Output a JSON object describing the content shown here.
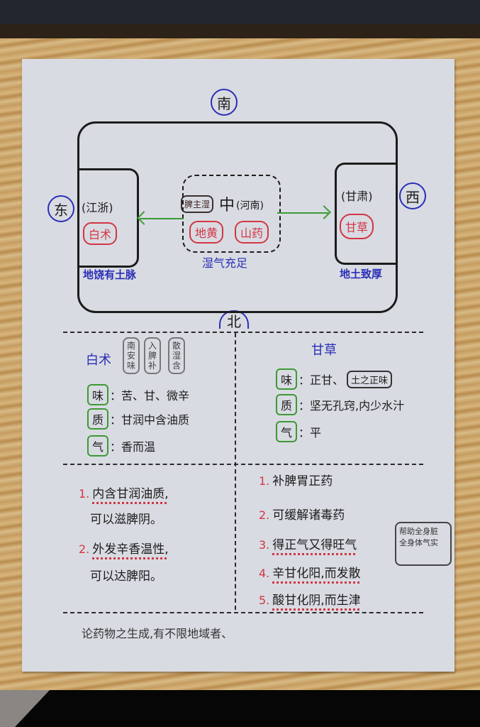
{
  "scene": {
    "description": "Photo of a handwritten Chinese study note on white paper lying on a wooden desk",
    "colors": {
      "ink": "#1c1c1c",
      "blue_ink": "#2a2fb6",
      "red_ink": "#d23644",
      "green_ink": "#3c9a35",
      "paper": "#d9dbe2",
      "wood": "#c9a063"
    }
  },
  "map": {
    "directions": {
      "north": "北",
      "south": "南",
      "east": "东",
      "west": "西"
    },
    "east": {
      "region": "(江浙)",
      "herb": "白术",
      "note": "地饶有土脉"
    },
    "center": {
      "tag": "脾主湿",
      "label": "中",
      "region": "(河南)",
      "herbs": [
        "地黄",
        "山药"
      ],
      "note": "湿气充足"
    },
    "west": {
      "region": "(甘肃)",
      "herb": "甘草",
      "note": "地土致厚"
    }
  },
  "left_panel": {
    "title": "白术",
    "tags": [
      "南安味",
      "入脾补",
      "散湿含"
    ],
    "props": [
      {
        "key": "味",
        "value": "苦、甘、微辛"
      },
      {
        "key": "质",
        "value": "甘润中含油质"
      },
      {
        "key": "气",
        "value": "香而温"
      }
    ]
  },
  "right_panel": {
    "title": "甘草",
    "props": [
      {
        "key": "味",
        "value": "正甘、",
        "pill": "土之正味"
      },
      {
        "key": "质",
        "value": "坚无孔窍,内少水汁"
      },
      {
        "key": "气",
        "value": "平"
      }
    ]
  },
  "left_list": [
    {
      "num": "1.",
      "line1": "内含甘润油质,",
      "line2": "可以滋脾阴。"
    },
    {
      "num": "2.",
      "line1": "外发辛香温性,",
      "line2": "可以达脾阳。"
    }
  ],
  "right_list": [
    {
      "num": "1.",
      "text": "补脾胃正药"
    },
    {
      "num": "2.",
      "text": "可缓解诸毒药"
    },
    {
      "num": "3.",
      "text": "得正气又得旺气"
    },
    {
      "num": "4.",
      "text": "辛甘化阳,而发散"
    },
    {
      "num": "5.",
      "text": "酸甘化阴,而生津"
    }
  ],
  "side_note": {
    "line1": "帮助全身脏",
    "line2": "全身体气实"
  },
  "footer": {
    "text": "论药物之生成,有不限地域者、"
  }
}
